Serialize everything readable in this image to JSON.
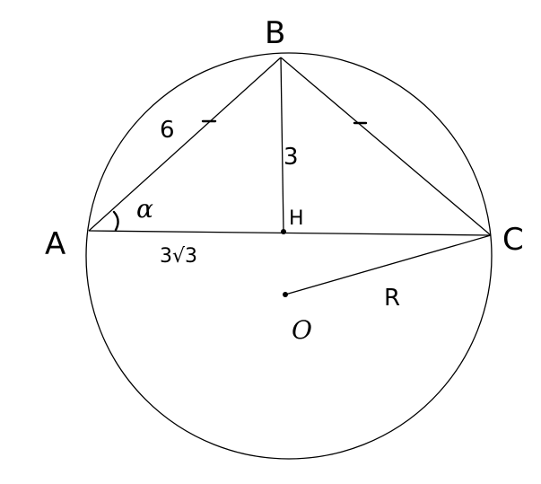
{
  "points": {
    "a": "A",
    "b": "B",
    "c": "C",
    "h": "H",
    "o": "O"
  },
  "labels": {
    "side_ab": "6",
    "height_bh": "3",
    "segment_ah": "3√3",
    "radius": "R",
    "angle": "α"
  },
  "colors": {
    "ink": "#000000",
    "background": "#ffffff"
  }
}
